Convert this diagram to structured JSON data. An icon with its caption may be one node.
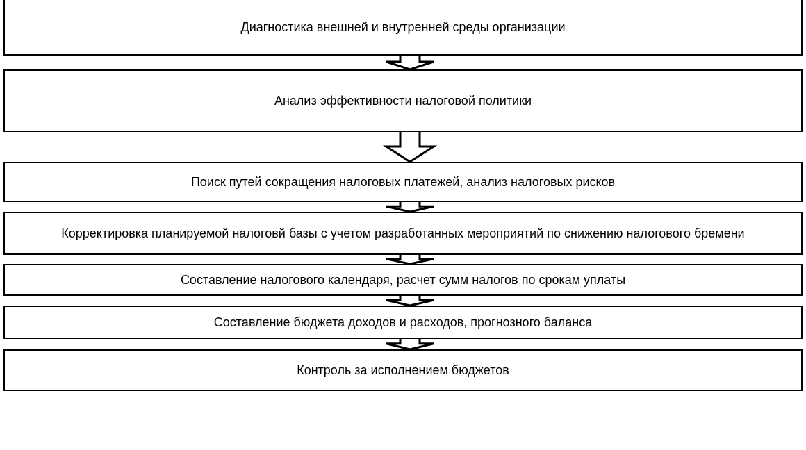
{
  "diagram": {
    "nodes": [
      {
        "text": [
          "Диагностика внешней и внутренней среды организации"
        ]
      },
      {
        "text": [
          "Анализ эффективности налоговой политики"
        ]
      },
      {
        "text": [
          "Поиск путей сокращения налоговых платежей, анализ налоговых рисков"
        ]
      },
      {
        "text": [
          "Корректировка планируемой налоговй базы с учетом разработанных мероприятий по снижению налогового бремени"
        ]
      },
      {
        "text": [
          "Составление налогового календаря, расчет сумм налогов по срокам уплаты"
        ]
      },
      {
        "text": [
          "Составление бюджета доходов и расходов, прогнозного баланса"
        ]
      },
      {
        "text": [
          "Контроль за исполнением бюджетов"
        ]
      }
    ],
    "edges": [
      {
        "from": 0,
        "to": 1,
        "arrow": "to"
      },
      {
        "from": 1,
        "to": 2,
        "arrow": "to"
      },
      {
        "from": 2,
        "to": 3,
        "arrow": "to"
      },
      {
        "from": 3,
        "to": 4,
        "arrow": "to"
      },
      {
        "from": 4,
        "to": 5,
        "arrow": "to"
      },
      {
        "from": 5,
        "to": 6,
        "arrow": "to"
      }
    ]
  }
}
